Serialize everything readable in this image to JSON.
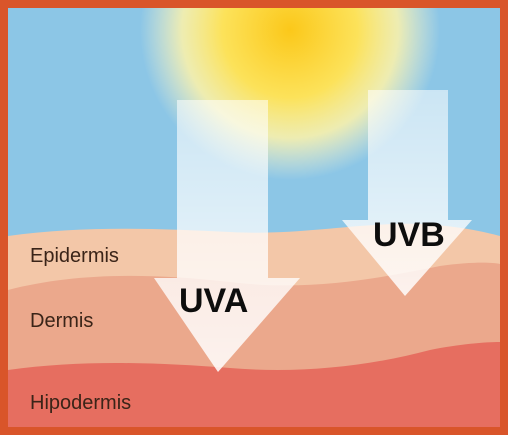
{
  "diagram": {
    "rays": [
      {
        "label": "UVA"
      },
      {
        "label": "UVB"
      }
    ],
    "layers": [
      {
        "label": "Epidermis"
      },
      {
        "label": "Dermis"
      },
      {
        "label": "Hipodermis"
      }
    ]
  },
  "colors": {
    "frame": "#d9552a",
    "sky": "#8cc6e6",
    "sun": "#fbd31f",
    "epidermis": "#f3c7a8",
    "dermis": "#eba88c",
    "hipodermis": "#e66e60",
    "arrow": "#ffffff"
  }
}
